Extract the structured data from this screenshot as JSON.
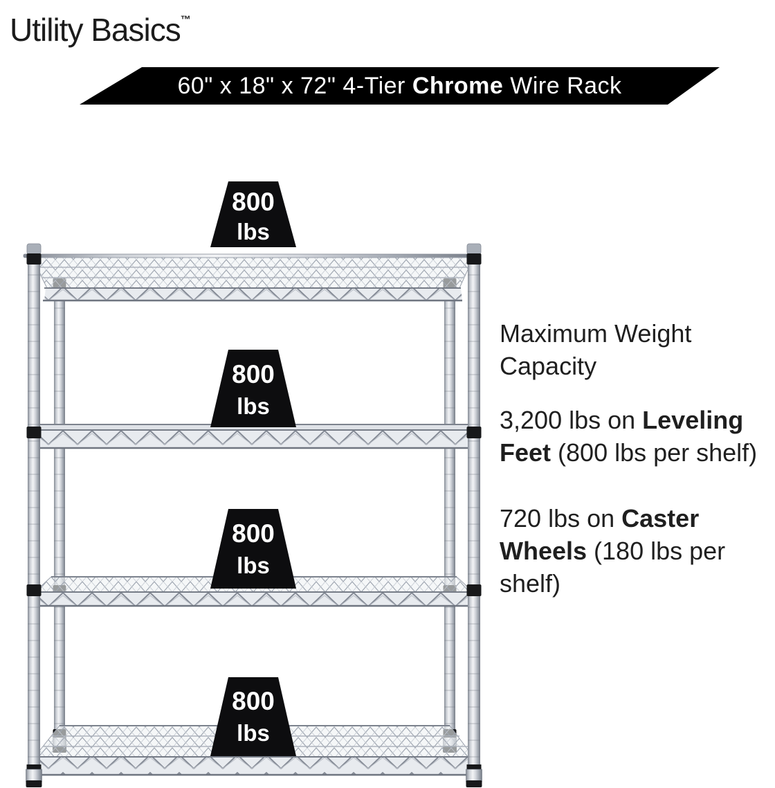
{
  "brand": {
    "name": "Utility Basics",
    "trademark": "TM"
  },
  "banner": {
    "pre": "60\" x 18\" x 72\" 4-Tier ",
    "highlight": "Chrome",
    "post": " Wire Rack",
    "background": "#000000",
    "text_color": "#ffffff"
  },
  "rack": {
    "description": "4-tier chrome wire shelving rack",
    "shelf_count": 4,
    "weights": [
      {
        "value": "800",
        "unit": "lbs"
      },
      {
        "value": "800",
        "unit": "lbs"
      },
      {
        "value": "800",
        "unit": "lbs"
      },
      {
        "value": "800",
        "unit": "lbs"
      }
    ]
  },
  "info": {
    "heading": "Maximum Weight Capacity",
    "items": [
      {
        "pre": "3,200 lbs on ",
        "bold": "Leveling Feet",
        "post": " (800 lbs per shelf)"
      },
      {
        "pre": "720 lbs on ",
        "bold": "Caster Wheels",
        "post": " (180 lbs per shelf)"
      }
    ]
  },
  "colors": {
    "badge_black": "#0d0d0f",
    "chrome_light": "#f3f4f6",
    "chrome_dark": "#767c86",
    "mesh_line": "#9fa6b1"
  }
}
